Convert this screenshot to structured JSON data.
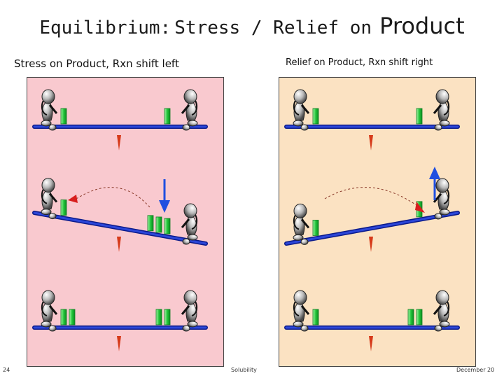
{
  "slide": {
    "title_prefix": "Equilibrium:",
    "title_main": "Stress / Relief on",
    "title_emph": "Product",
    "page_number": "24",
    "footer_center": "Solubility",
    "footer_date": "December 20"
  },
  "panels": [
    {
      "id": "stress",
      "heading": "Stress on Product, Rxn shift left",
      "background": "#f9c9cf",
      "arrow_direction": "down",
      "arc_target": "left",
      "scenes": [
        {
          "tilt": "level",
          "left_blocks": 1,
          "right_blocks": 1
        },
        {
          "tilt": "right-down",
          "left_blocks": 1,
          "right_blocks": 3
        },
        {
          "tilt": "level",
          "left_blocks": 2,
          "right_blocks": 2
        }
      ]
    },
    {
      "id": "relief",
      "heading": "Relief on Product, Rxn shift right",
      "background": "#fbe2c2",
      "arrow_direction": "up",
      "arc_target": "right",
      "scenes": [
        {
          "tilt": "level",
          "left_blocks": 1,
          "right_blocks": 1
        },
        {
          "tilt": "left-down",
          "left_blocks": 1,
          "right_blocks": 1
        },
        {
          "tilt": "level",
          "left_blocks": 1,
          "right_blocks": 2
        }
      ]
    }
  ],
  "colors": {
    "seesaw_beam": "#2b46d9",
    "fulcrum": "#d63a1a",
    "block": "#22c53a",
    "down_arrow": "#1f4fe0",
    "arc_arrow": "#d81e1e"
  }
}
